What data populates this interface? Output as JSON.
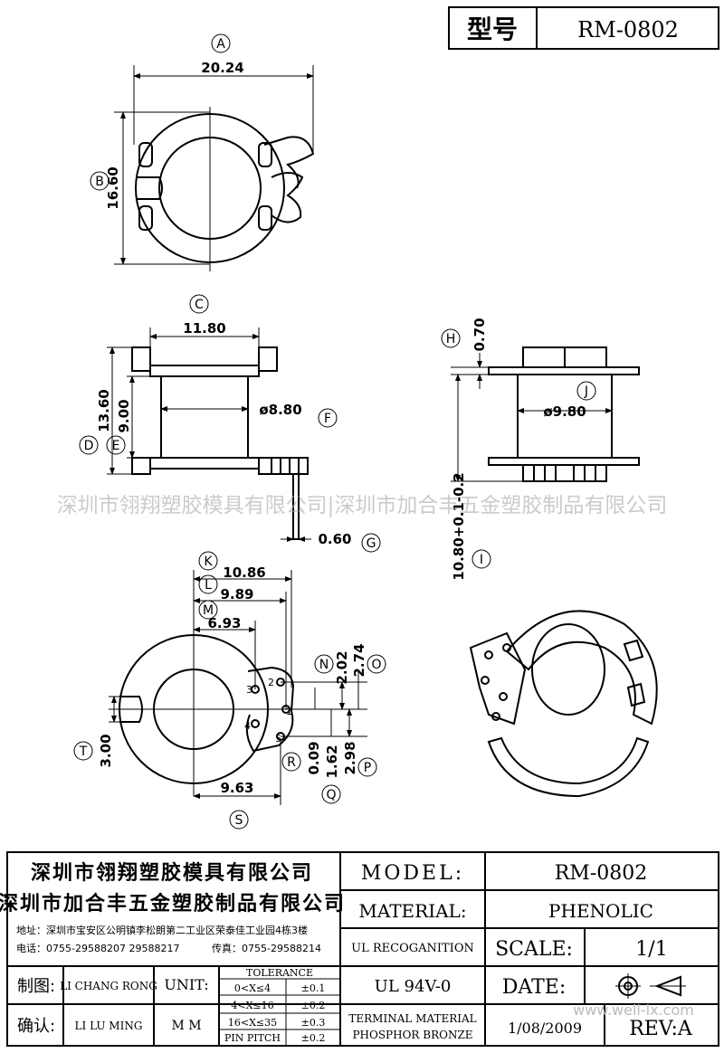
{
  "header": {
    "label": "型号",
    "model": "RM-0802"
  },
  "dimensions": {
    "top_view": {
      "width": "20.24",
      "height": "16.60",
      "width_marker": "A",
      "height_marker": "B"
    },
    "front_view": {
      "flange": "11.80",
      "height_total": "13.60",
      "height_inner": "9.00",
      "diameter": "ø8.80",
      "pin": "0.60",
      "markers": {
        "flange": "C",
        "total": "D",
        "inner": "E",
        "diameter": "F",
        "pin": "G"
      }
    },
    "side_view": {
      "top": "0.70",
      "diameter": "ø9.80",
      "height": "10.80+0.1-0.2",
      "markers": {
        "top": "H",
        "diameter": "J",
        "height": "I"
      }
    },
    "bottom_view": {
      "k": "10.86",
      "l": "9.89",
      "m": "6.93",
      "n": "2.02",
      "o": "2.74",
      "p": "2.98",
      "q": "1.62",
      "r": "0.09",
      "s": "9.63",
      "t": "3.00",
      "pins": [
        "1",
        "2",
        "3",
        "4",
        "5"
      ],
      "markers": {
        "k": "K",
        "l": "L",
        "m": "M",
        "n": "N",
        "o": "O",
        "p": "P",
        "q": "Q",
        "r": "R",
        "s": "S",
        "t": "T"
      }
    }
  },
  "watermark": "深圳市翎翔塑胶模具有限公司|深圳市加合丰五金塑胶制品有限公司",
  "title_block": {
    "company1": "深圳市翎翔塑胶模具有限公司",
    "company2": "深圳市加合丰五金塑胶制品有限公司",
    "address": "地址：深圳市宝安区公明镇李松朗第二工业区荣泰佳工业园4栋3楼",
    "phone": "电话：0755-29588207  29588217",
    "fax": "传真：0755-29588214",
    "model_label": "MODEL:",
    "model_value": "RM-0802",
    "material_label": "MATERIAL:",
    "material_value": "PHENOLIC",
    "ul_label": "UL RECOGANITION",
    "ul_value": "UL 94V-0",
    "scale_label": "SCALE:",
    "scale_value": "1/1",
    "date_label": "DATE:",
    "date_value": "1/08/2009",
    "rev_label": "REV:A",
    "terminal_label": "TERMINAL MATERIAL",
    "terminal_value": "PHOSPHOR  BRONZE",
    "drawn_label": "制图:",
    "drawn_value": "LI CHANG RONG",
    "checked_label": "确认:",
    "checked_value": "LI LU MING",
    "unit_label": "UNIT:",
    "unit_value": "M M",
    "tolerance_title": "TOLERANCE",
    "tolerances": [
      {
        "range": "0<X≤4",
        "value": "±0.1"
      },
      {
        "range": "4<X≤16",
        "value": "±0.2"
      },
      {
        "range": "16<X≤35",
        "value": "±0.3"
      },
      {
        "range": "PIN PITCH",
        "value": "±0.2"
      }
    ],
    "site": "www.well-lx.com"
  }
}
